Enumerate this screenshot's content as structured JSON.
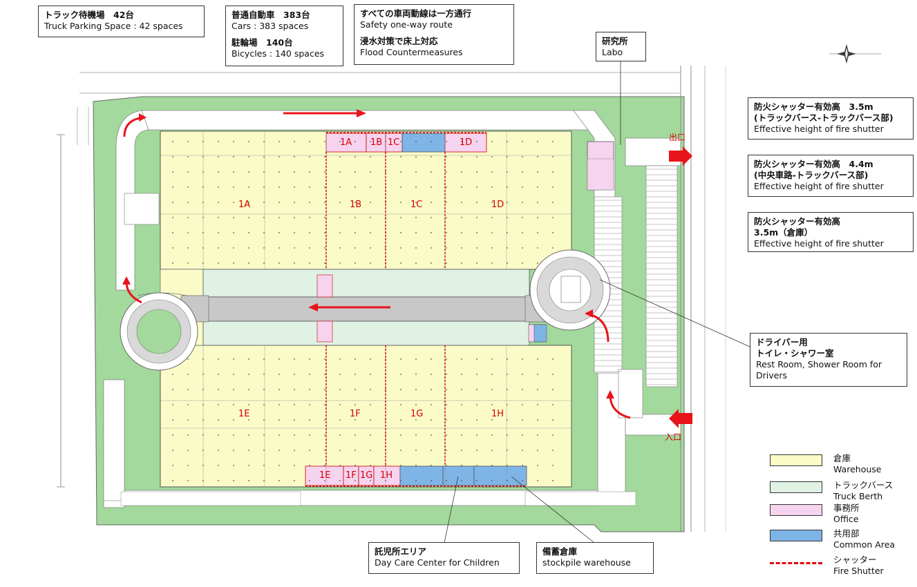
{
  "info_boxes": {
    "truck_parking": {
      "jp": "トラック待機場　42台",
      "en": "Truck Parking Space : 42 spaces"
    },
    "cars": {
      "jp": "普通自動車　383台",
      "en": "Cars : 383 spaces"
    },
    "bicycles": {
      "jp": "駐輪場　140台",
      "en": "Bicycles : 140 spaces"
    },
    "oneway": {
      "jp": "すべての車両動線は一方通行",
      "en": "Safety one-way route"
    },
    "flood": {
      "jp": "浸水対策で床上対応",
      "en": "Flood Countermeasures"
    },
    "labo": {
      "jp": "研究所",
      "en": "Labo"
    },
    "shutter1": {
      "jp1": "防火シャッター有効高　3.5m",
      "jp2": "(トラックバース-トラックバース部)",
      "en": "Effective height of fire shutter"
    },
    "shutter2": {
      "jp1": "防火シャッター有効高　4.4m",
      "jp2": "(中央車路-トラックバース部)",
      "en": "Effective height of fire shutter"
    },
    "shutter3": {
      "jp1": "防火シャッター有効高",
      "jp2": "3.5m（倉庫）",
      "en": "Effective height of fire shutter"
    },
    "driver_room": {
      "jp1": "ドライバー用",
      "jp2": "トイレ・シャワー室",
      "en1": "Rest Room, Shower Room for",
      "en2": "Drivers"
    },
    "daycare": {
      "jp": "託児所エリア",
      "en": "Day Care Center for Children"
    },
    "stockpile": {
      "jp": "備蓄倉庫",
      "en": "stockpile warehouse"
    }
  },
  "exit_label": "出口",
  "entrance_label": "入口",
  "zones_warehouse": [
    "1A",
    "1B",
    "1C",
    "1D",
    "1E",
    "1F",
    "1G",
    "1H"
  ],
  "offices_top": [
    "1A",
    "1B",
    "1C",
    "1D"
  ],
  "offices_bottom": [
    "1E",
    "1F",
    "1G",
    "1H"
  ],
  "legend": [
    {
      "jp": "倉庫",
      "en": "Warehouse",
      "color": "#fbfbc8"
    },
    {
      "jp": "トラックバース",
      "en": "Truck Berth",
      "color": "#dff2e4"
    },
    {
      "jp": "事務所",
      "en": "Office",
      "color": "#f6d3ef"
    },
    {
      "jp": "共用部",
      "en": "Common Area",
      "color": "#7fb4e6"
    },
    {
      "jp": "シャッター",
      "en": "Fire Shutter",
      "color": "#e00000"
    }
  ],
  "colors": {
    "warehouse": "#fbfbc8",
    "berth": "#dff2e4",
    "office": "#f6d3ef",
    "common": "#7fb4e6",
    "green": "#9fd79a",
    "arrow": "#e8141b",
    "label_red": "#d40000"
  }
}
